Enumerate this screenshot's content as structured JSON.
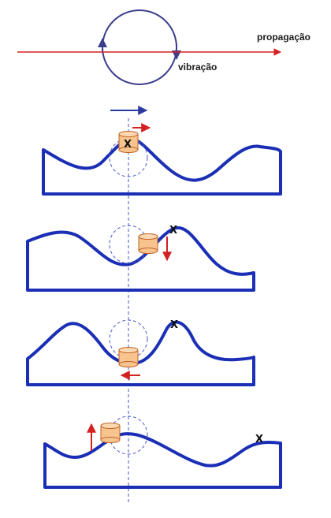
{
  "labels": {
    "propagation": "propagação",
    "vibration": "vibração",
    "crest_marker": "X"
  },
  "colors": {
    "wave": "#1a2fb5",
    "circle": "#3b3f8c",
    "arrow_red": "#d32020",
    "arrow_blue": "#2a3aa0",
    "float_fill": "#f7c48e",
    "float_stroke": "#c0622a",
    "guide": "#4a56c8"
  }
}
